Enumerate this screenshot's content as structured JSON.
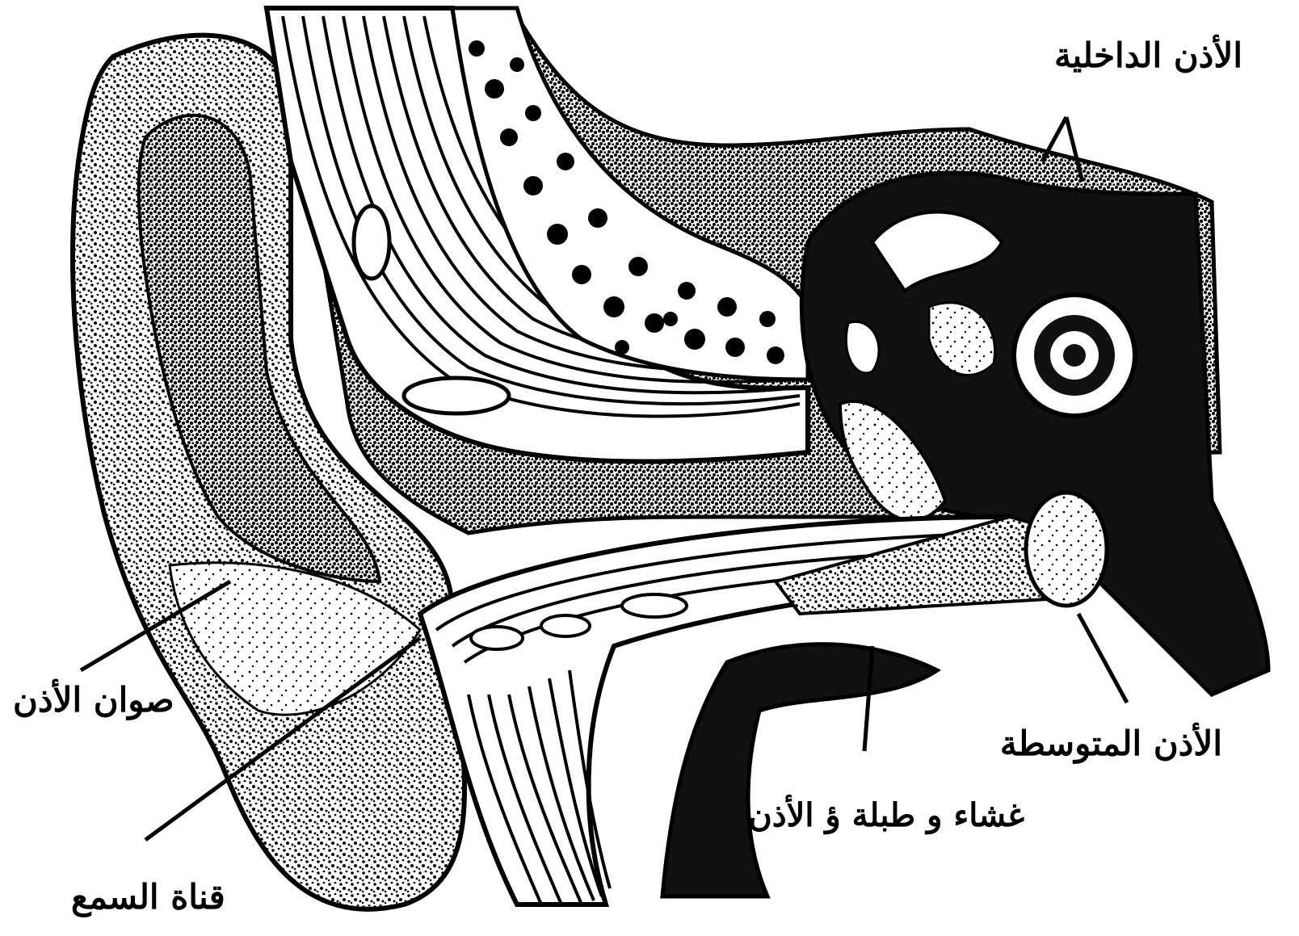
{
  "labels": {
    "inner_ear": "الأذن الداخلية",
    "middle_ear": "الأذن المتوسطة",
    "ear_membrane": "غشاء و طبلة ؤ الأذن",
    "ear_wax": "صوان الأذن",
    "ear_canal": "قناة السمع"
  },
  "colors": {
    "ink": "#000000",
    "paper": "#ffffff"
  }
}
